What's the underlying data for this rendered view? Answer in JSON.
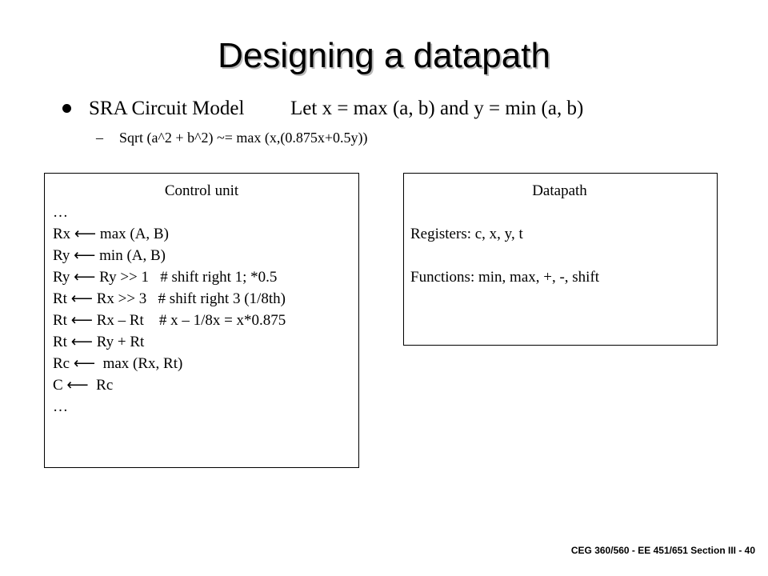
{
  "slide": {
    "title": "Designing a datapath",
    "bullet": {
      "label": "SRA Circuit Model",
      "definition": "Let x = max (a, b) and y = min (a, b)"
    },
    "subbullet": {
      "dash": "–",
      "text": "Sqrt (a^2 + b^2) ~= max (x,(0.875x+0.5y))"
    },
    "control_unit": {
      "title": "Control unit",
      "lines": [
        "…",
        "Rx ⟵ max (A, B)",
        "Ry ⟵ min (A, B)",
        "Ry ⟵ Ry >> 1   # shift right 1; *0.5",
        "Rt ⟵ Rx >> 3   # shift right 3 (1/8th)",
        "Rt ⟵ Rx – Rt    # x – 1/8x = x*0.875",
        "Rt ⟵ Ry + Rt",
        "Rc ⟵  max (Rx, Rt)",
        "C ⟵  Rc",
        "…"
      ]
    },
    "datapath": {
      "title": "Datapath",
      "lines": [
        "",
        "Registers: c, x, y, t",
        "",
        "Functions: min, max, +, -, shift"
      ]
    },
    "footer": "CEG 360/560  - EE 451/651  Section III - 40"
  }
}
